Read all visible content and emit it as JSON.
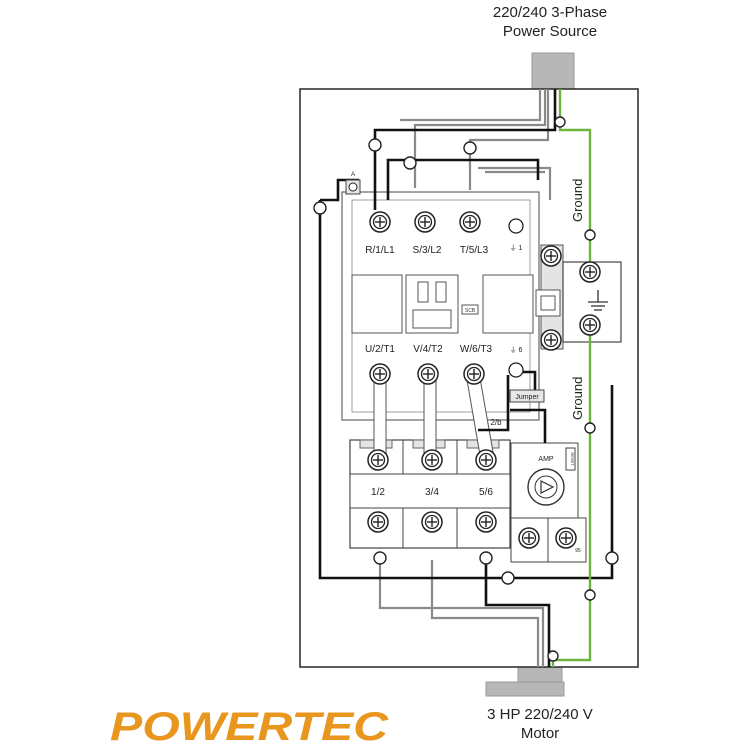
{
  "captions": {
    "power_line1": "220/240 3-Phase",
    "power_line2": "Power Source",
    "motor_line1": "3 HP 220/240 V",
    "motor_line2": "Motor"
  },
  "brand": {
    "name": "POWERTEC",
    "color": "#e8961e"
  },
  "terminals": {
    "l1": "R/1/L1",
    "l2": "S/3/L2",
    "l3": "T/5/L3",
    "t1": "U/2/T1",
    "t2": "V/4/T2",
    "t3": "W/6/T3",
    "aux_top": "⏚ 1",
    "aux_bottom": "⏚ 6"
  },
  "overload": {
    "p12": "1/2",
    "p34": "3/4",
    "p56": "5/6",
    "amp": "AMP",
    "reset": "RESET"
  },
  "labels": {
    "ground_top": "Ground",
    "ground_bottom": "Ground",
    "jumper": "Jumper",
    "contact_a": "A",
    "coil_tag": "SCB",
    "aux_2": "2/b",
    "overload_mark": "95"
  },
  "colors": {
    "ground_wire": "#6db33f",
    "wire_dark": "#111111",
    "wire_gray": "#8a8a8a",
    "panel_border": "#333333"
  }
}
